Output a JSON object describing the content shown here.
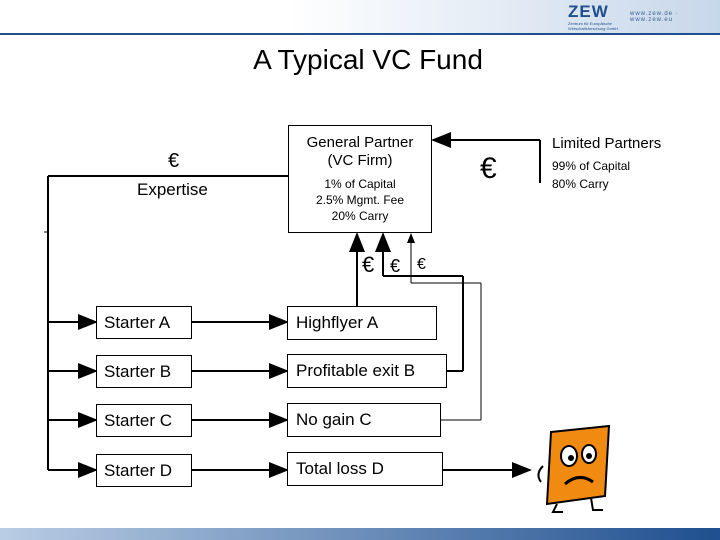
{
  "header": {
    "logo": "ZEW",
    "logo_sub": "Zentrum für Europäische Wirtschaftsforschung GmbH",
    "url": "www.zew.de · www.zew.eu"
  },
  "title": "A Typical VC Fund",
  "left": {
    "euro": "€",
    "expertise": "Expertise"
  },
  "general_partner": {
    "title_line1": "General Partner",
    "title_line2": "(VC Firm)",
    "line1": "1% of Capital",
    "line2": "2.5% Mgmt. Fee",
    "line3": "20% Carry"
  },
  "limited_partners": {
    "title": "Limited Partners",
    "line1": "99% of Capital",
    "line2": "80% Carry"
  },
  "middle_euro": "€",
  "flow_euros": [
    "€",
    "€",
    "€"
  ],
  "startups": [
    "Starter A",
    "Starter B",
    "Starter C",
    "Starter D"
  ],
  "outcomes": [
    "Highflyer A",
    "Profitable exit B",
    "No gain C",
    "Total loss D"
  ],
  "colors": {
    "brand": "#1f4f8f",
    "face": "#f08a10"
  }
}
